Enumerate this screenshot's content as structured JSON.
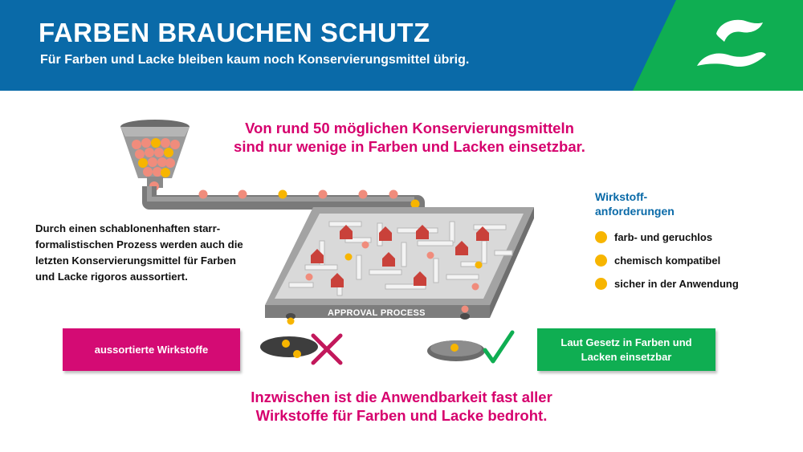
{
  "header": {
    "title": "FARBEN BRAUCHEN SCHUTZ",
    "subtitle": "Für Farben und Lacke bleiben kaum noch Konservierungsmittel übrig.",
    "logo_icon": "wave-logo-icon"
  },
  "headline": {
    "line1": "Von rund 50 möglichen Konservierungsmitteln",
    "line2": "sind nur wenige in Farben und Lacken einsetzbar."
  },
  "description": "Durch einen schablonenhaften starr-formalistischen Prozess werden auch die letzten Konservierungsmittel für Farben und Lacke rigoros aussortiert.",
  "requirements": {
    "title_line1": "Wirkstoff-",
    "title_line2": "anforderungen",
    "items": [
      "farb- und geruchlos",
      "chemisch kompatibel",
      "sicher in der Anwendung"
    ]
  },
  "maze": {
    "label": "APPROVAL PROCESS"
  },
  "outcomes": {
    "rejected_label": "aussortierte Wirkstoffe",
    "approved_label": "Laut Gesetz in Farben und Lacken einsetzbar"
  },
  "footer": {
    "line1": "Inzwischen ist die Anwendbarkeit fast aller",
    "line2": "Wirkstoffe für Farben und Lacke bedroht."
  },
  "colors": {
    "header_blue": "#0a6aa8",
    "header_green": "#0fae52",
    "accent_magenta": "#d6006d",
    "ball_salmon": "#f08c7c",
    "ball_yellow": "#f7b500",
    "machine_gray": "#8a8a8a"
  }
}
